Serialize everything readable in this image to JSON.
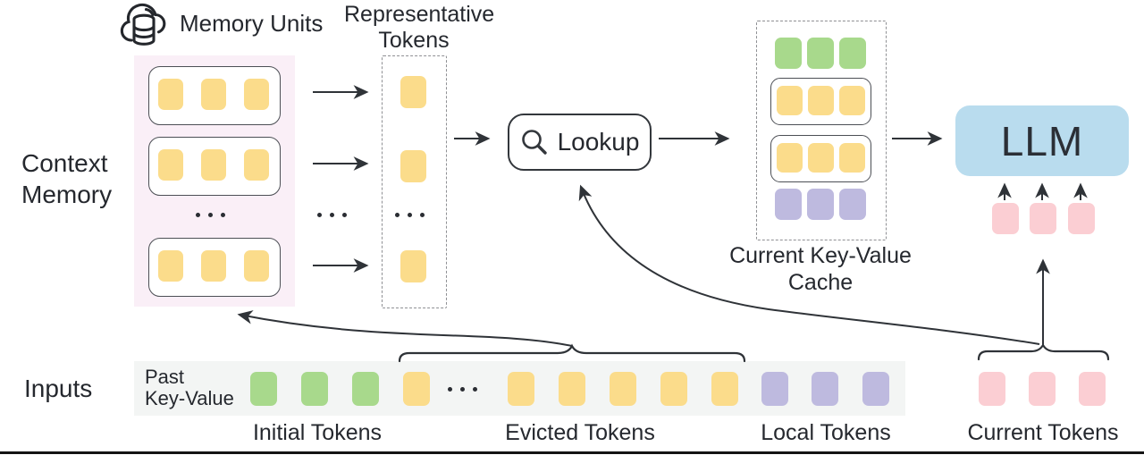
{
  "labels": {
    "context_memory": "Context\nMemory",
    "inputs": "Inputs",
    "memory_units": "Memory Units",
    "representative_tokens": "Representative\nTokens",
    "lookup": "Lookup",
    "current_kv_cache": "Current Key-Value\nCache",
    "llm": "LLM",
    "past_key_value": "Past\nKey-Value",
    "initial_tokens": "Initial Tokens",
    "evicted_tokens": "Evicted Tokens",
    "local_tokens": "Local Tokens",
    "current_tokens": "Current Tokens",
    "ellipsis": "..."
  },
  "colors": {
    "token-yellow": "#FBDC8B",
    "token-green": "#A8D98C",
    "token-purple": "#BEBADF",
    "token-pink": "#FBCED3",
    "llm-blue": "#B9DCEE",
    "memory-panel-pink": "#FAEFF7",
    "input-strip-gray": "#F3F5F4",
    "line-dark": "#2F3338",
    "text-dark": "#25282E"
  },
  "structure": {
    "memory_unit_rows_shown": 3,
    "tokens_per_memory_unit": 3,
    "representative_tokens_shown": 3,
    "cache_rows": [
      "initial-green",
      "memory-unit-yellow",
      "memory-unit-yellow",
      "local-purple"
    ],
    "input_initial_tokens": 3,
    "input_evicted_tokens_shown": 6,
    "input_local_tokens": 3,
    "current_tokens": 3
  }
}
